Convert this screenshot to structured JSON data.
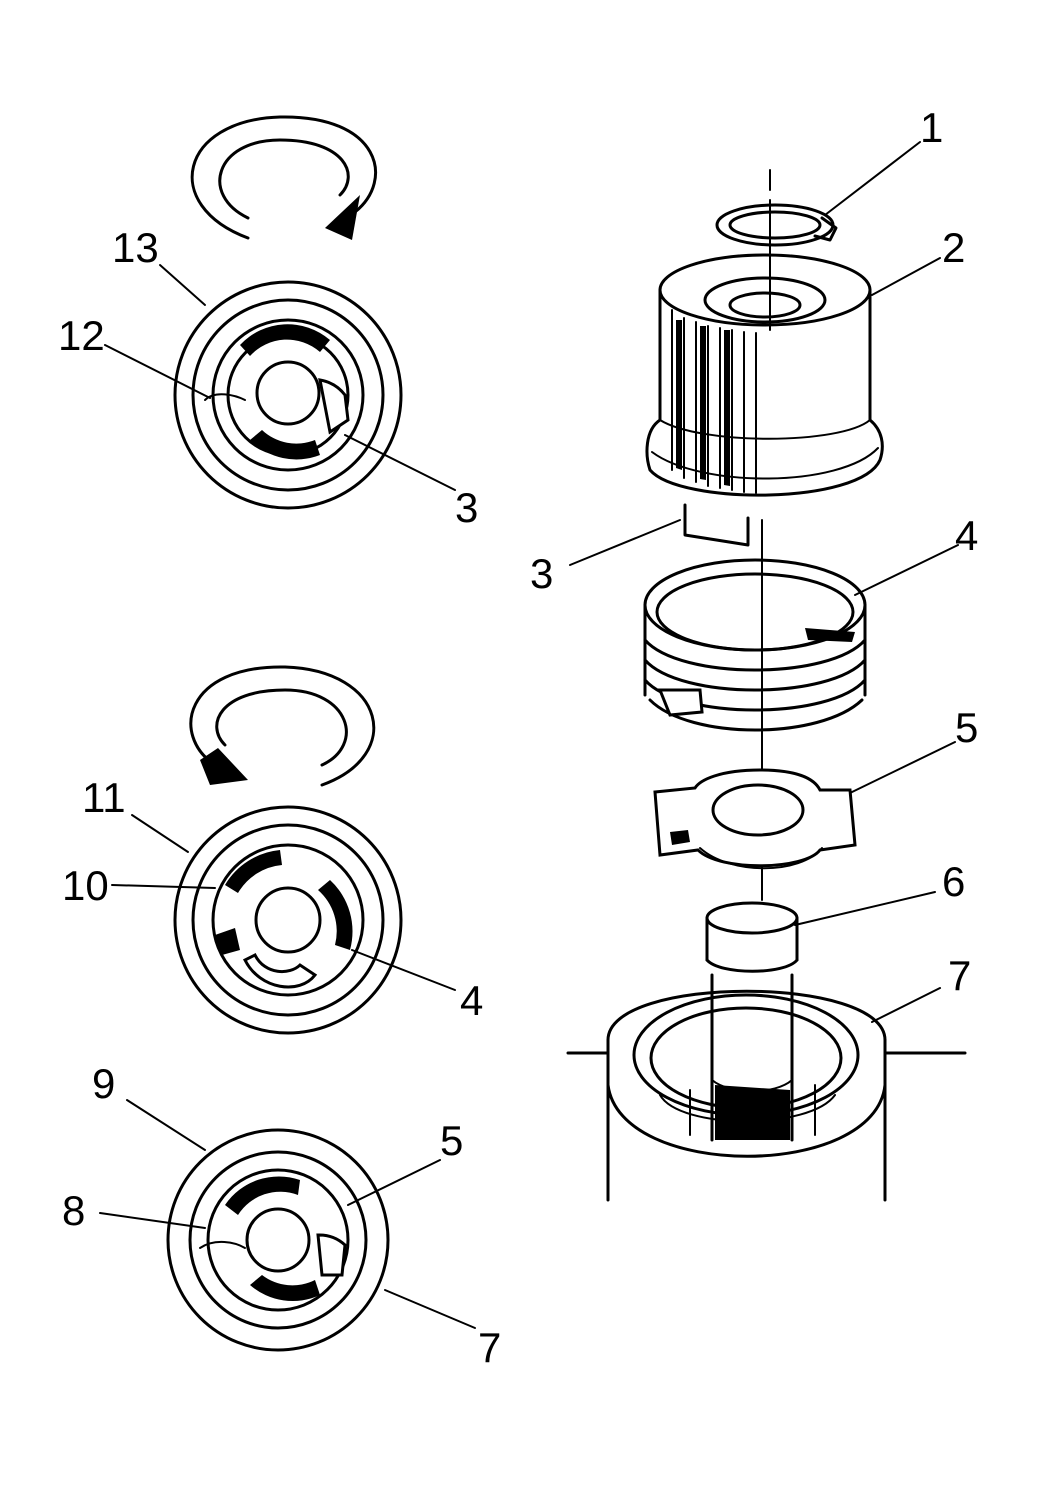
{
  "figure": {
    "labels": {
      "l1": "1",
      "l2": "2",
      "l3_right": "3",
      "l4_right": "4",
      "l5_right": "5",
      "l6": "6",
      "l7_right": "7",
      "l13": "13",
      "l12": "12",
      "l3_left": "3",
      "l11": "11",
      "l10": "10",
      "l4_left": "4",
      "l9": "9",
      "l8": "8",
      "l5_left": "5",
      "l7_left": "7"
    },
    "arrows": [
      {
        "id": "top",
        "direction": "clockwise"
      },
      {
        "id": "middle",
        "direction": "counterclockwise"
      }
    ],
    "colors": {
      "ink": "#000000",
      "paper": "#ffffff"
    }
  }
}
